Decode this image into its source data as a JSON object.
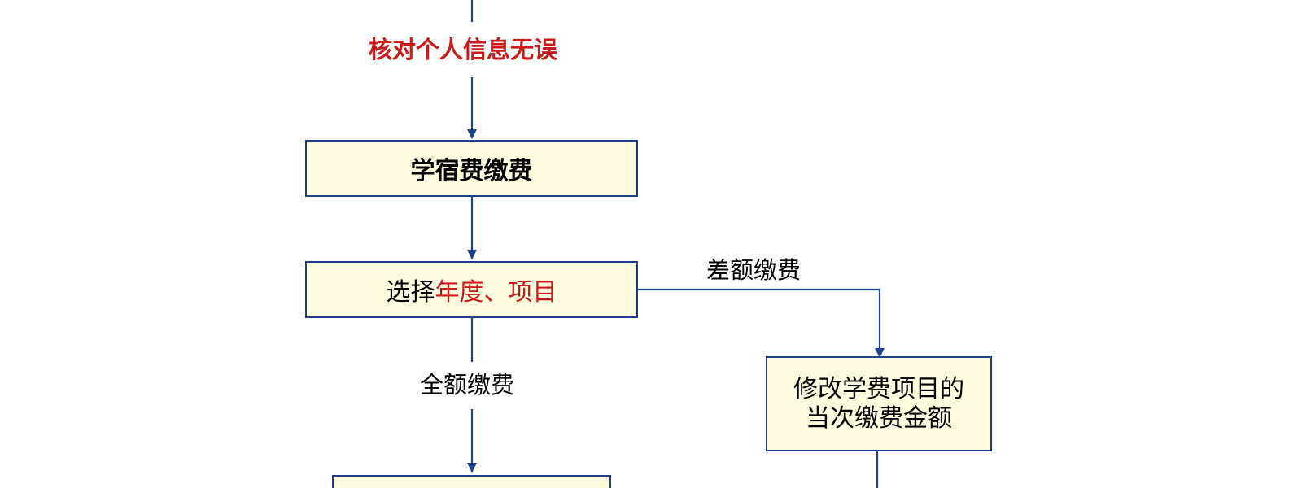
{
  "steps": {
    "verify_info": "核对个人信息无误",
    "tuition_payment": "学宿费缴费",
    "select_prefix": "选择",
    "select_highlight": "年度、项目",
    "modify_line1": "修改学费项目的",
    "modify_line2": "当次缴费金额"
  },
  "branches": {
    "partial_payment": "差额缴费",
    "full_payment": "全额缴费"
  },
  "colors": {
    "box_fill": "#fffce0",
    "border_and_arrows": "#1f3f8f",
    "highlight_text": "#cc1a1a"
  }
}
